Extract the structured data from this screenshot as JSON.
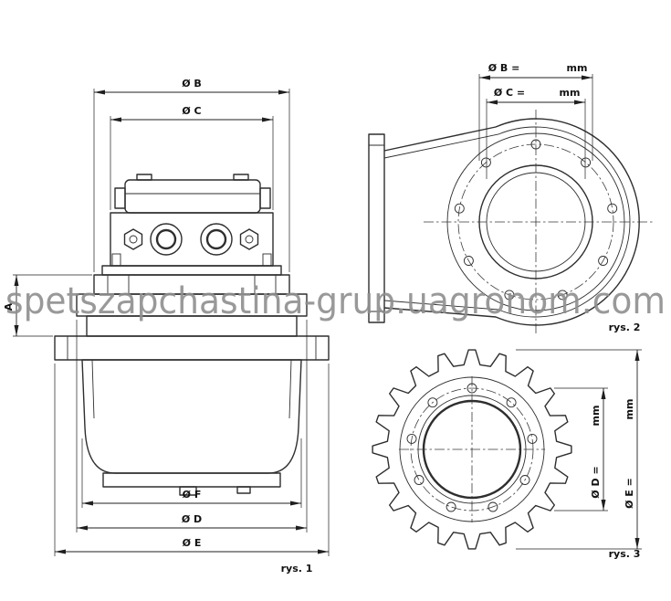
{
  "watermark": "spetszapchastina-grup.uagronom.com",
  "figures": {
    "fig1": {
      "caption": "rys. 1",
      "dim_ob": "Ø B",
      "dim_oc": "Ø C",
      "dim_a": "A",
      "dim_of": "Ø F",
      "dim_od": "Ø D",
      "dim_oe": "Ø E"
    },
    "fig2": {
      "caption": "rys. 2",
      "dim_ob_label": "Ø B =",
      "dim_ob_unit": "mm",
      "dim_oc_label": "Ø C =",
      "dim_oc_unit": "mm"
    },
    "fig3": {
      "caption": "rys. 3",
      "dim_od_label": "Ø D =",
      "dim_od_unit": "mm",
      "dim_oe_label": "Ø E =",
      "dim_oe_unit": "mm"
    }
  },
  "colors": {
    "line": "#2e2e2e",
    "dimension": "#1f1f1f",
    "watermark": "#8f8f8f",
    "background": "#ffffff"
  }
}
